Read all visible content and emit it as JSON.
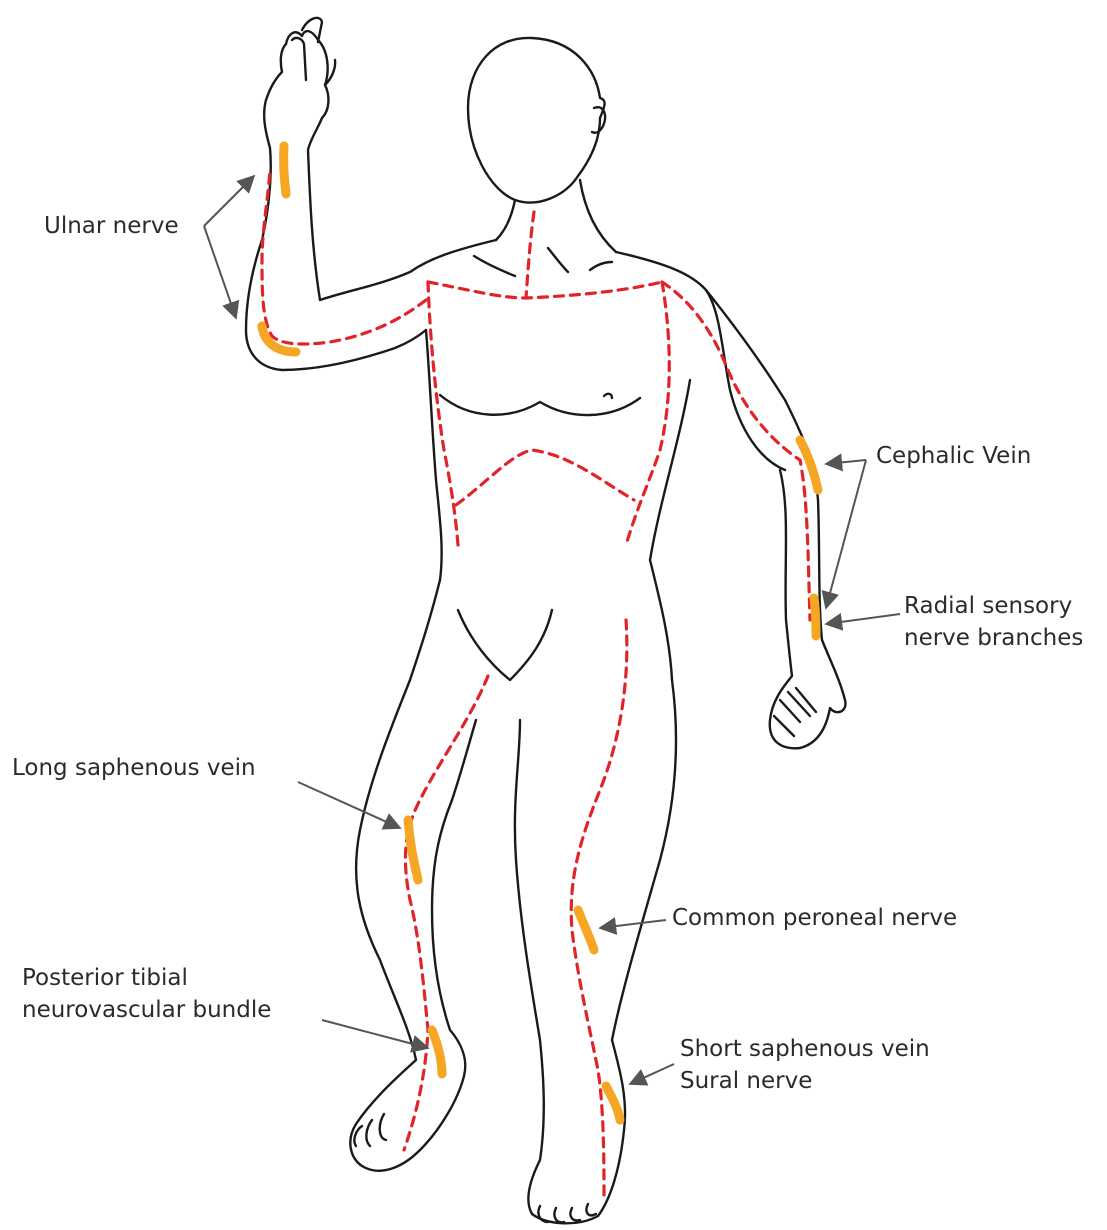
{
  "colors": {
    "outline": "#1a1a1a",
    "incision": "#e0242a",
    "hazard": "#f5a623",
    "leader": "#555555",
    "text": "#2b2b2b"
  },
  "labels": {
    "ulnar_nerve": "Ulnar nerve",
    "cephalic_vein": "Cephalic Vein",
    "radial_sensory_line1": "Radial sensory",
    "radial_sensory_line2": "nerve branches",
    "long_saphenous_vein": "Long saphenous vein",
    "common_peroneal_nerve": "Common peroneal nerve",
    "posterior_tibial_line1": "Posterior tibial",
    "posterior_tibial_line2": "neurovascular bundle",
    "short_saphenous_vein": "Short saphenous vein",
    "sural_nerve": "Sural nerve"
  }
}
